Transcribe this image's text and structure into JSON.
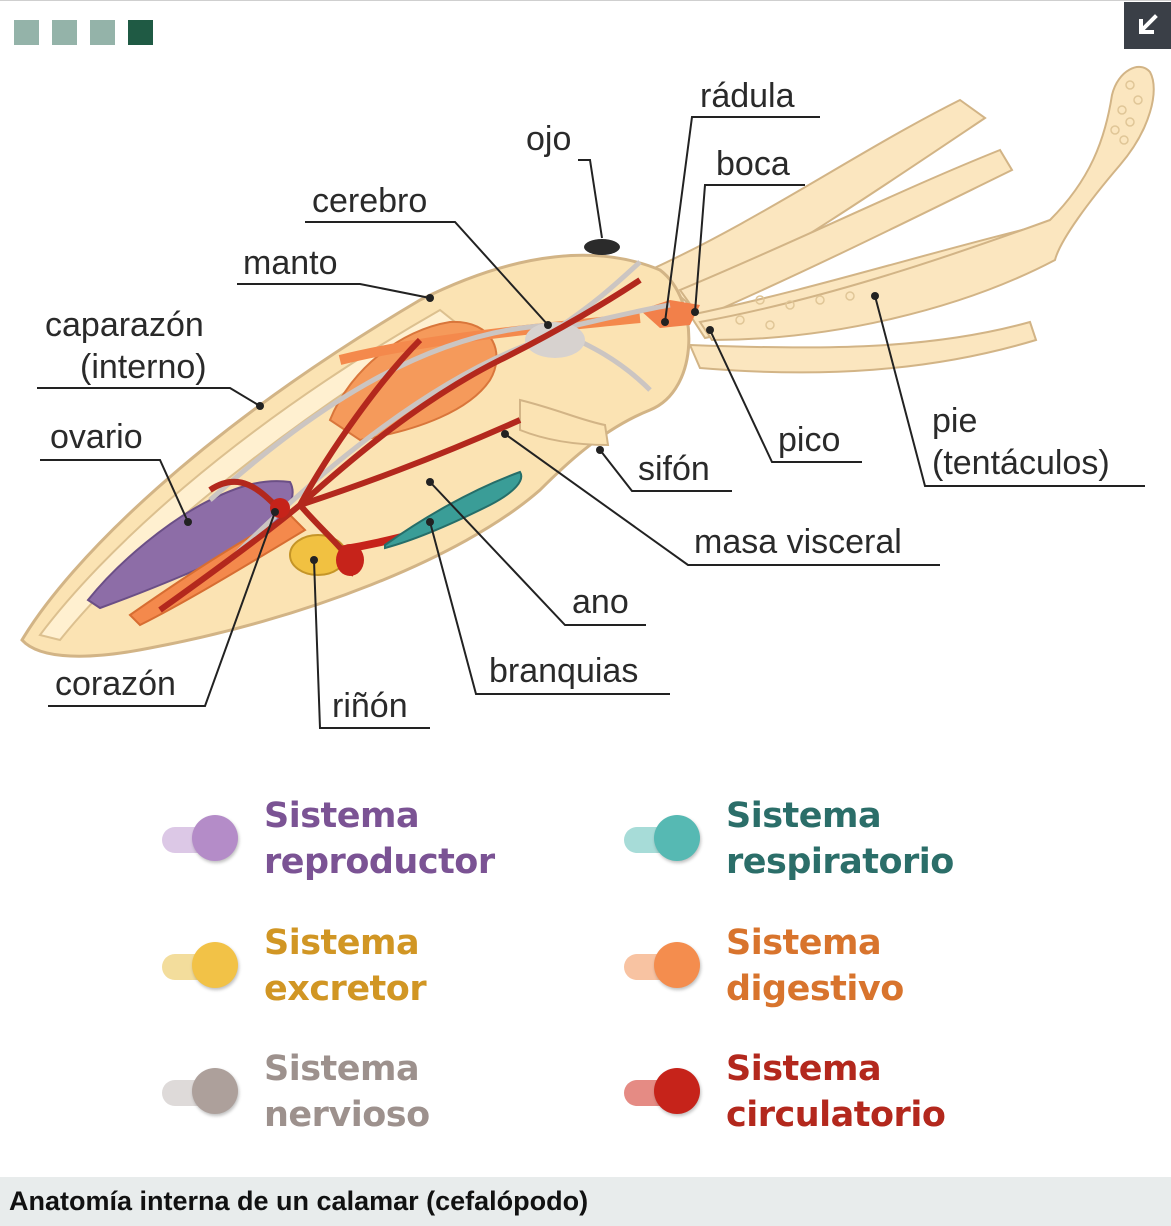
{
  "caption": "Anatomía interna de un calamar (cefalópodo)",
  "pager": {
    "count": 4,
    "active_index": 3,
    "inactive_color": "#94b3a9",
    "active_color": "#1f5a44"
  },
  "collapse_button": {
    "icon": "arrow-down-left-icon"
  },
  "labels": {
    "radula": "rádula",
    "ojo": "ojo",
    "boca": "boca",
    "cerebro": "cerebro",
    "manto": "manto",
    "caparazon_1": "caparazón",
    "caparazon_2": "(interno)",
    "ovario": "ovario",
    "pico": "pico",
    "pie_1": "pie",
    "pie_2": "(tentáculos)",
    "sifon": "sifón",
    "masa_visceral": "masa visceral",
    "ano": "ano",
    "branquias": "branquias",
    "corazon": "corazón",
    "rinon": "riñón"
  },
  "legend": [
    {
      "line1": "Sistema",
      "line2": "reproductor",
      "text_color": "#7b5394",
      "knob_color": "#b48cc8",
      "track_color": "#dcc8e6"
    },
    {
      "line1": "Sistema",
      "line2": "respiratorio",
      "text_color": "#2b6e69",
      "knob_color": "#56b9b3",
      "track_color": "#a7dcd8"
    },
    {
      "line1": "Sistema",
      "line2": "excretor",
      "text_color": "#d19624",
      "knob_color": "#f2c247",
      "track_color": "#f3dd9c"
    },
    {
      "line1": "Sistema",
      "line2": "digestivo",
      "text_color": "#d8742d",
      "knob_color": "#f48d4e",
      "track_color": "#f8c3a2"
    },
    {
      "line1": "Sistema",
      "line2": "nervioso",
      "text_color": "#9d918d",
      "knob_color": "#ada09b",
      "track_color": "#dedad9"
    },
    {
      "line1": "Sistema",
      "line2": "circulatorio",
      "text_color": "#b3281d",
      "knob_color": "#c6231a",
      "track_color": "#e58b84"
    }
  ]
}
